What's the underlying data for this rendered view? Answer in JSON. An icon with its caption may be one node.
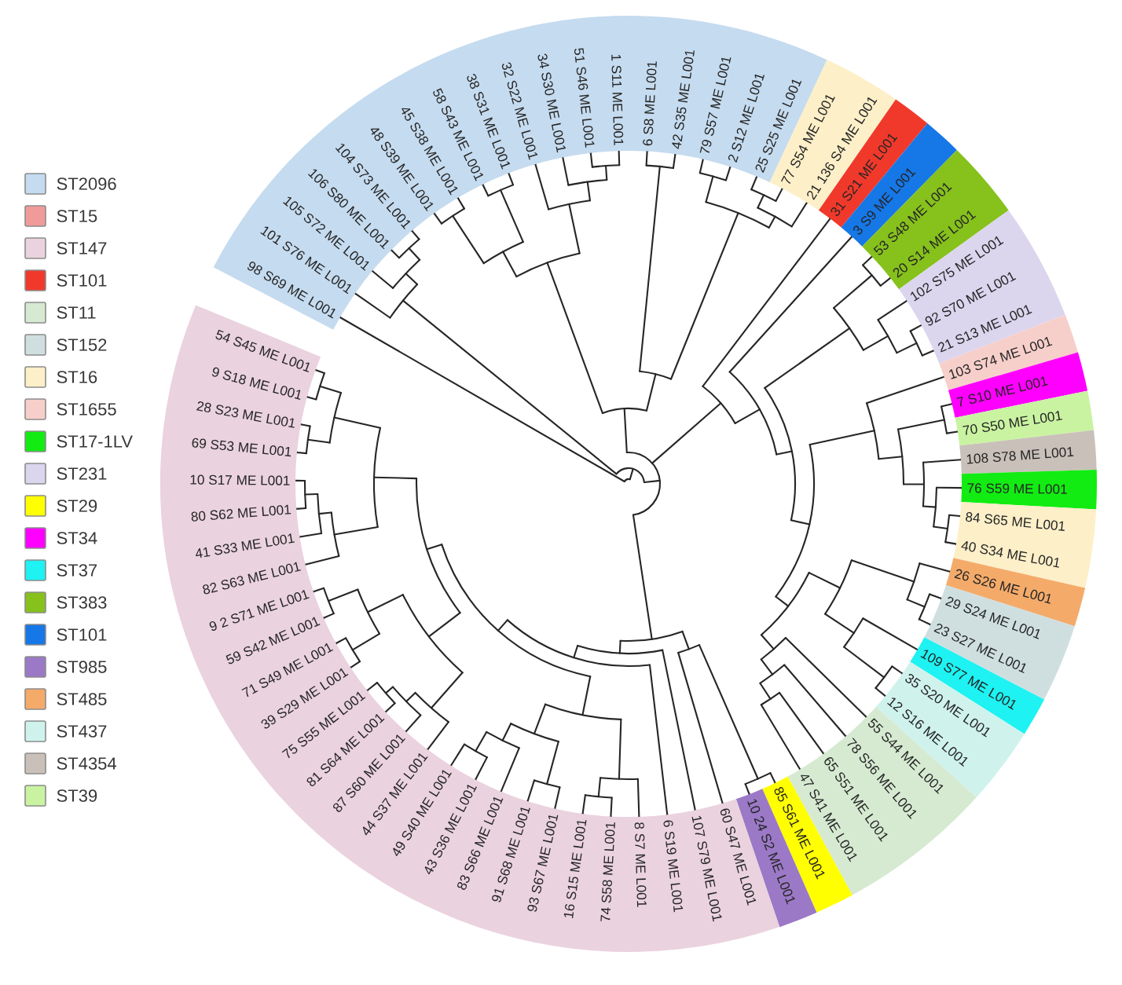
{
  "diagram": {
    "nodes": [
      {
        "text": [
          "98 S69 ME L001",
          "101 S76 ME L001",
          "105 S72 ME L001",
          "106 S80 ME L001",
          "104 S73 ME L001",
          "48 S39 ME L001",
          "45 S38 ME L001",
          "58 S43 ME L001",
          "38 S31 ME L001",
          "32 S22 ME L001",
          "34 S30 ME L001",
          "51 S46 ME L001",
          "1 S11 ME L001",
          "6 S8 ME L001",
          "42 S35 ME L001",
          "79 S57 ME L001",
          "2 S12 ME L001",
          "25 S25 ME L001"
        ]
      },
      {
        "text": [
          "77 S54 ME L001",
          "21 136 S4 ME L001"
        ]
      },
      {
        "text": [
          "31 S21 ME L001"
        ]
      },
      {
        "text": [
          "3 S9 ME L001"
        ]
      },
      {
        "text": [
          "53 S48 ME L001",
          "20 S14 ME L001"
        ]
      },
      {
        "text": [
          "102 S75 ME L001",
          "92 S70 ME L001",
          "21 S13 ME L001"
        ]
      },
      {
        "text": [
          "103 S74 ME L001"
        ]
      },
      {
        "text": [
          "7 S10 ME L001"
        ]
      },
      {
        "text": [
          "70 S50 ME L001"
        ]
      },
      {
        "text": [
          "108 S78 ME L001"
        ]
      },
      {
        "text": [
          "76 S59 ME L001"
        ]
      },
      {
        "text": [
          "84 S65 ME L001",
          "40 S34 ME L001"
        ]
      },
      {
        "text": [
          "26 S26 ME L001"
        ]
      },
      {
        "text": [
          "29 S24 ME L001",
          "23 S27 ME L001"
        ]
      },
      {
        "text": [
          "109 S77 ME L001"
        ]
      },
      {
        "text": [
          "35 S20 ME L001",
          "12 S16 ME L001"
        ]
      },
      {
        "text": [
          "55 S44 ME L001",
          "78 S56 ME L001",
          "65 S51 ME L001",
          "47 S41 ME L001"
        ]
      },
      {
        "text": [
          "85 S61 ME L001"
        ]
      },
      {
        "text": [
          "10 24 S2 ME L001"
        ]
      },
      {
        "text": [
          "60 S47 ME L001",
          "107 S79 ME L001",
          "6 S19 ME L001",
          "8 S7 ME L001",
          "74 S58 ME L001",
          "16 S15 ME L001",
          "93 S67 ME L001",
          "91 S68 ME L001",
          "83 S66 ME L001",
          "43 S36 ME L001",
          "49 S40 ME L001",
          "44 S37 ME L001",
          "87 S60 ME L001",
          "81 S64 ME L001",
          "75 S55 ME L001",
          "39 S29 ME L001",
          "71 S49 ME L001",
          "59 S42 ME L001",
          "9 2 S71 ME L001",
          "82 S63 ME L001",
          "41 S33 ME L001",
          "80 S62 ME L001",
          "10 S17 ME L001",
          "69 S53 ME L001",
          "28 S23 ME L001",
          "9 S18 ME L001",
          "54 S45 ME L001"
        ]
      }
    ],
    "legend": [
      {
        "text": "ST2096",
        "color": "#c5dbef"
      },
      {
        "text": "ST15",
        "color": "#f09a9a"
      },
      {
        "text": "ST147",
        "color": "#ead2de"
      },
      {
        "text": "ST101",
        "color": "#f0392b"
      },
      {
        "text": "ST11",
        "color": "#d6ead2"
      },
      {
        "text": "ST152",
        "color": "#cfdfe0"
      },
      {
        "text": "ST16",
        "color": "#fdefc8"
      },
      {
        "text": "ST1655",
        "color": "#f7cfca"
      },
      {
        "text": "ST17-1LV",
        "color": "#12ec12"
      },
      {
        "text": "ST231",
        "color": "#dcd5ee"
      },
      {
        "text": "ST29",
        "color": "#ffff00"
      },
      {
        "text": "ST34",
        "color": "#ff00ff"
      },
      {
        "text": "ST37",
        "color": "#1ef2f2"
      },
      {
        "text": "ST383",
        "color": "#86c11c"
      },
      {
        "text": "ST101",
        "color": "#1677e6"
      },
      {
        "text": "ST985",
        "color": "#9b79c6"
      },
      {
        "text": "ST485",
        "color": "#f4ab6a"
      },
      {
        "text": "ST437",
        "color": "#cff2ed"
      },
      {
        "text": "ST4354",
        "color": "#c9c1b9"
      },
      {
        "text": "ST39",
        "color": "#c9f3a1"
      }
    ]
  }
}
